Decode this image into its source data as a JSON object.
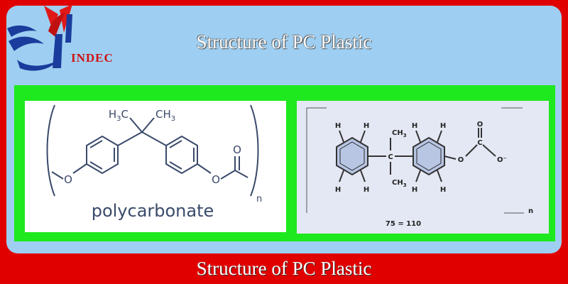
{
  "brand": {
    "logo_text": "INDEC",
    "colors": {
      "red": "#e00000",
      "blue": "#1a3c9c",
      "green": "#1ee81e",
      "sky": "#9ecff2"
    }
  },
  "header": {
    "title": "Structure of PC Plastic"
  },
  "left_diagram": {
    "caption": "polycarbonate",
    "methyl_left": "H",
    "methyl_left_sub": "3",
    "methyl_left_c": "C",
    "methyl_right": "CH",
    "methyl_right_sub": "3",
    "oxygen_left": "O",
    "oxygen_right": "O",
    "carbonyl_o": "O",
    "repeat": "n"
  },
  "right_diagram": {
    "h_label": "H",
    "ch3_top": "CH",
    "ch3_top_sub": "3",
    "ch3_bottom": "CH",
    "ch3_bottom_sub": "3",
    "central_c": "C",
    "ring_o": "O",
    "carbonyl_c": "C",
    "carbonyl_o": "O",
    "o_minus": "O⁻",
    "range_text": "75 = 110",
    "subscript": "n"
  },
  "footer": {
    "title": "Structure of PC Plastic"
  }
}
